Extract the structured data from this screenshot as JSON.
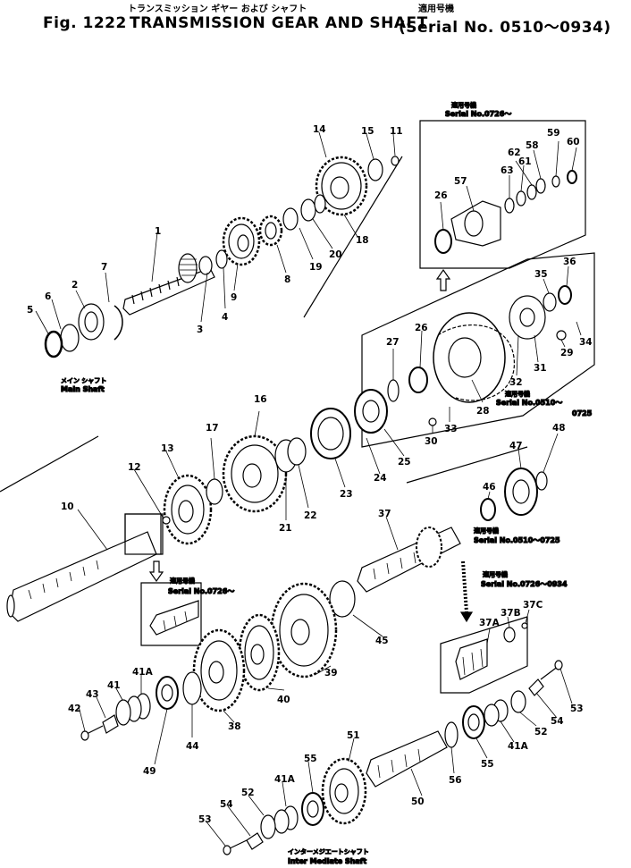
{
  "header": {
    "fig_number": "Fig. 1222",
    "title_en": "TRANSMISSION GEAR AND SHAFT",
    "title_jp": "トランスミッション ギヤー および シャフト",
    "serial_jp": "適用号機",
    "serial_en": "(Serial No. 0510～0934)"
  },
  "insets": {
    "upper": {
      "jp": "適用号機",
      "en": "Serial  No.0726～"
    },
    "cover": {
      "jp": "適用号機",
      "en": "Serial  No.0510～",
      "en2": "0725"
    },
    "shaft_left": {
      "jp": "適用号機",
      "en": "Serial  No.0726～"
    },
    "counter_a": {
      "jp": "適用号機",
      "en": "Serial  No.0510～0725"
    },
    "counter_b": {
      "jp": "適用号機",
      "en": "Serial  No.0726～0934"
    }
  },
  "captions": {
    "main_jp": "メイン シャフト",
    "main_en": "Main Shaft",
    "inter_jp": "インターメジエートシャフト",
    "inter_en": "Inter Mediate Shaft"
  },
  "callouts": [
    "1",
    "2",
    "3",
    "4",
    "5",
    "6",
    "7",
    "8",
    "9",
    "10",
    "11",
    "12",
    "13",
    "14",
    "15",
    "16",
    "17",
    "18",
    "19",
    "20",
    "21",
    "22",
    "23",
    "24",
    "25",
    "26",
    "27",
    "28",
    "29",
    "30",
    "31",
    "32",
    "33",
    "34",
    "35",
    "36",
    "37",
    "37A",
    "37B",
    "37C",
    "38",
    "39",
    "40",
    "41",
    "41A",
    "42",
    "43",
    "44",
    "45",
    "46",
    "47",
    "48",
    "49",
    "50",
    "51",
    "52",
    "53",
    "54",
    "55",
    "56",
    "57",
    "58",
    "59",
    "60",
    "61",
    "62",
    "63"
  ]
}
